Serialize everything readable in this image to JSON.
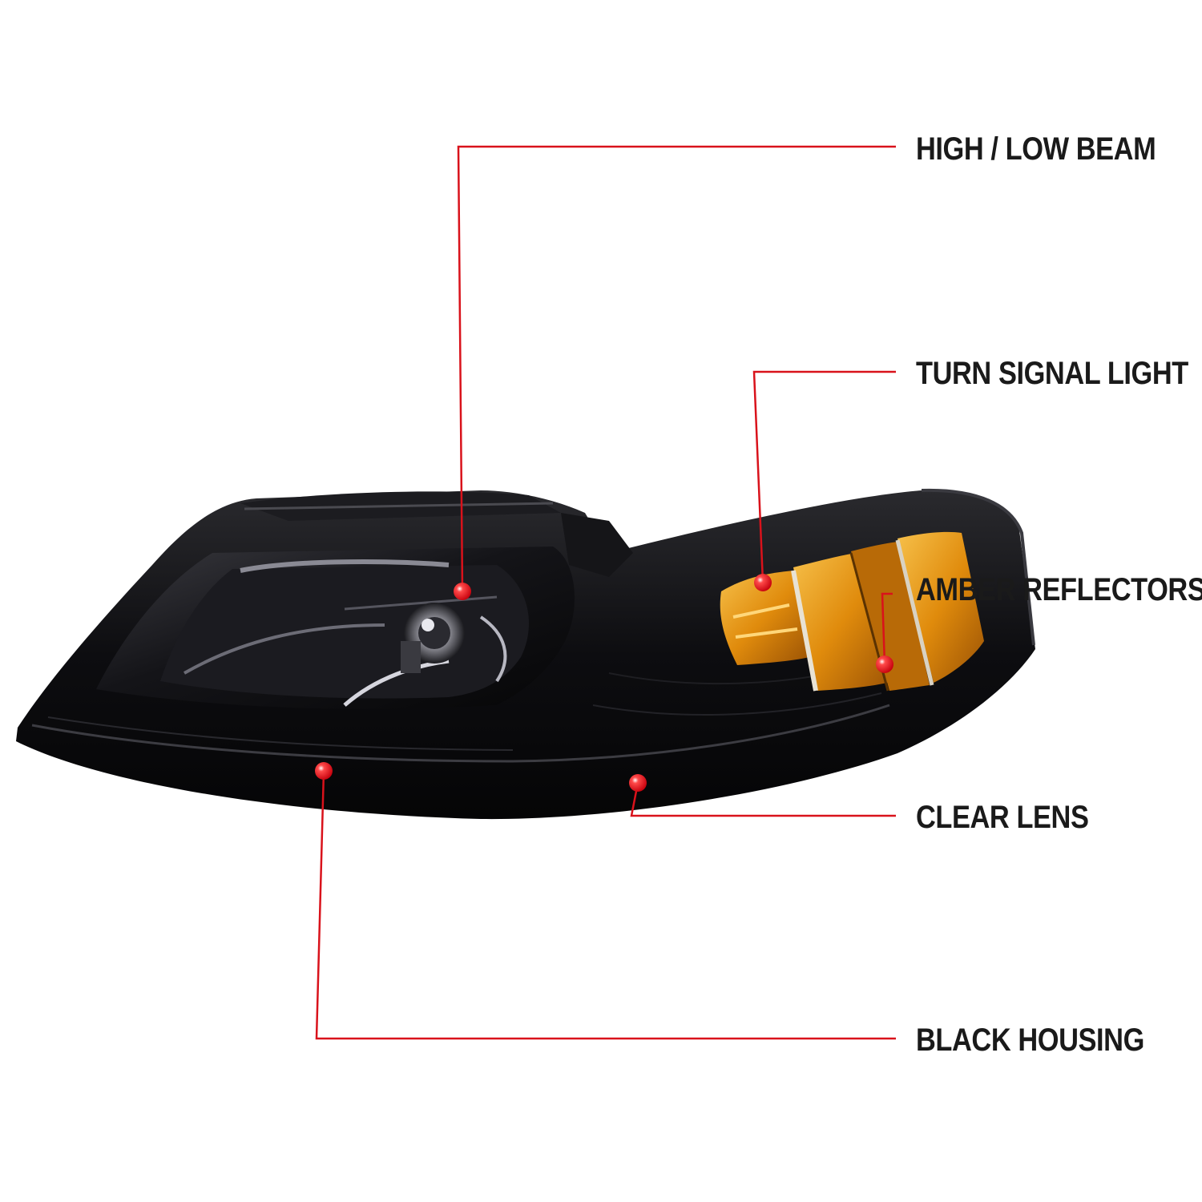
{
  "callouts": {
    "high_low_beam": "HIGH / LOW BEAM",
    "turn_signal_light": "TURN SIGNAL LIGHT",
    "amber_reflectors": "AMBER REFLECTORS",
    "clear_lens": "CLEAR LENS",
    "black_housing": "BLACK HOUSING"
  },
  "colors": {
    "leader_line": "#d9121b",
    "marker": "#e3000f",
    "housing": "#0b0b0d",
    "amber": "#e79a12",
    "label_text": "#1a1a1a"
  }
}
